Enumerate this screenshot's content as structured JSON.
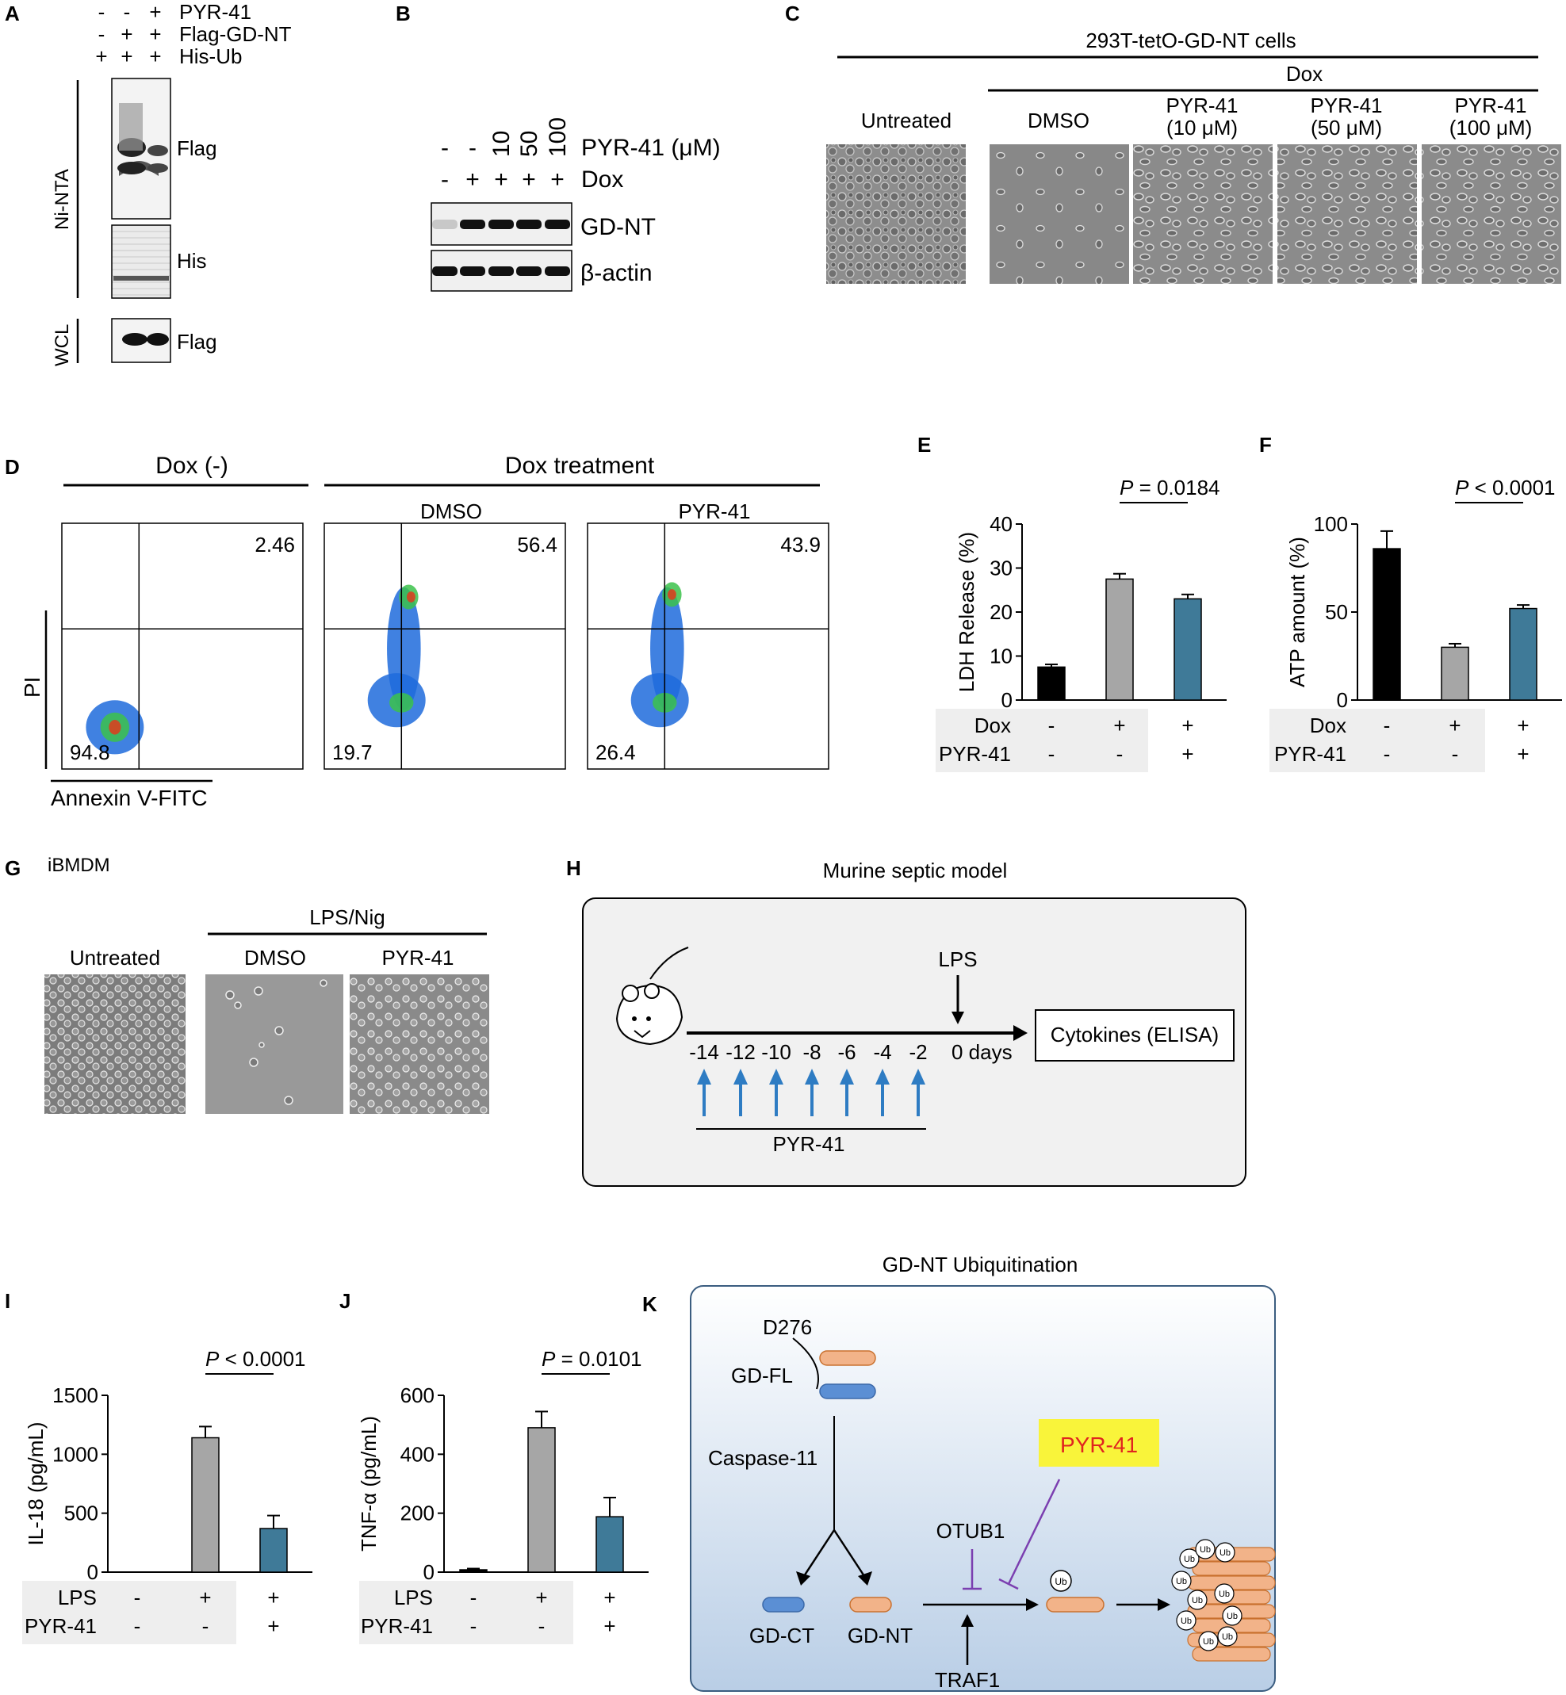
{
  "panels": {
    "A": "A",
    "B": "B",
    "C": "C",
    "D": "D",
    "E": "E",
    "F": "F",
    "G": "G",
    "H": "H",
    "I": "I",
    "J": "J",
    "K": "K"
  },
  "panelA": {
    "treatments": [
      {
        "label": "PYR-41",
        "signs": [
          "-",
          "-",
          "+"
        ]
      },
      {
        "label": "Flag-GD-NT",
        "signs": [
          "-",
          "+",
          "+"
        ]
      },
      {
        "label": "His-Ub",
        "signs": [
          "+",
          "+",
          "+"
        ]
      }
    ],
    "blots": [
      "Flag",
      "His",
      "Flag"
    ],
    "groups": [
      "Ni-NTA",
      "WCL"
    ]
  },
  "panelB": {
    "pyr_doses": [
      "-",
      "-",
      "10",
      "50",
      "100"
    ],
    "pyr_label": "PYR-41 (μM)",
    "dox_signs": [
      "-",
      "+",
      "+",
      "+",
      "+"
    ],
    "dox_label": "Dox",
    "blots": [
      "GD-NT",
      "β-actin"
    ]
  },
  "panelC": {
    "title": "293T-tetO-GD-NT cells",
    "dox": "Dox",
    "untreated": "Untreated",
    "columns": [
      {
        "line1": "DMSO",
        "line2": ""
      },
      {
        "line1": "PYR-41",
        "line2": "(10 μM)"
      },
      {
        "line1": "PYR-41",
        "line2": "(50 μM)"
      },
      {
        "line1": "PYR-41",
        "line2": "(100 μM)"
      }
    ]
  },
  "panelD": {
    "header_left": "Dox (-)",
    "header_right": "Dox treatment",
    "sub_dmso": "DMSO",
    "sub_pyr": "PYR-41",
    "y_axis": "PI",
    "x_axis": "Annexin V-FITC",
    "plots": [
      {
        "upper_right": "2.46",
        "lower_left": "94.8"
      },
      {
        "upper_right": "56.4",
        "lower_left": "19.7"
      },
      {
        "upper_right": "43.9",
        "lower_left": "26.4"
      }
    ]
  },
  "chart_data": [
    {
      "type": "bar",
      "panel": "E",
      "ylabel": "LDH Release (%)",
      "ylim": [
        0,
        40
      ],
      "yticks": [
        "0",
        "10",
        "20",
        "30",
        "40"
      ],
      "values": [
        7.5,
        27.5,
        23
      ],
      "errors": [
        0.6,
        1.2,
        1.0
      ],
      "colors": [
        "#000000",
        "#a6a6a6",
        "#3f7a98"
      ],
      "rows": [
        {
          "label": "Dox",
          "signs": [
            "-",
            "+",
            "+"
          ]
        },
        {
          "label": "PYR-41",
          "signs": [
            "-",
            "-",
            "+"
          ]
        }
      ],
      "pvalue": {
        "p": "P",
        "text": " = 0.0184"
      }
    },
    {
      "type": "bar",
      "panel": "F",
      "ylabel": "ATP amount (%)",
      "ylim": [
        0,
        100
      ],
      "yticks": [
        "0",
        "50",
        "100"
      ],
      "values": [
        86,
        30,
        52
      ],
      "errors": [
        10,
        2,
        2
      ],
      "colors": [
        "#000000",
        "#a6a6a6",
        "#3f7a98"
      ],
      "rows": [
        {
          "label": "Dox",
          "signs": [
            "-",
            "+",
            "+"
          ]
        },
        {
          "label": "PYR-41",
          "signs": [
            "-",
            "-",
            "+"
          ]
        }
      ],
      "pvalue": {
        "p": "P",
        "text": " < 0.0001"
      }
    },
    {
      "type": "bar",
      "panel": "I",
      "ylabel": "IL-18 (pg/mL)",
      "ylim": [
        0,
        1500
      ],
      "yticks": [
        "0",
        "500",
        "1000",
        "1500"
      ],
      "values": [
        0,
        1140,
        370
      ],
      "errors": [
        0,
        95,
        110
      ],
      "colors": [
        "#000000",
        "#a6a6a6",
        "#3f7a98"
      ],
      "rows": [
        {
          "label": "LPS",
          "signs": [
            "-",
            "+",
            "+"
          ]
        },
        {
          "label": "PYR-41",
          "signs": [
            "-",
            "-",
            "+"
          ]
        }
      ],
      "pvalue": {
        "p": "P",
        "text": " < 0.0001"
      }
    },
    {
      "type": "bar",
      "panel": "J",
      "ylabel": "TNF-α (pg/mL)",
      "ylim": [
        0,
        600
      ],
      "yticks": [
        "0",
        "200",
        "400",
        "600"
      ],
      "values": [
        8,
        490,
        188
      ],
      "errors": [
        4,
        55,
        65
      ],
      "colors": [
        "#000000",
        "#a6a6a6",
        "#3f7a98"
      ],
      "rows": [
        {
          "label": "LPS",
          "signs": [
            "-",
            "+",
            "+"
          ]
        },
        {
          "label": "PYR-41",
          "signs": [
            "-",
            "-",
            "+"
          ]
        }
      ],
      "pvalue": {
        "p": "P",
        "text": " = 0.0101"
      }
    }
  ],
  "panelG": {
    "title": "iBMDM",
    "lps_nig": "LPS/Nig",
    "columns": [
      "Untreated",
      "DMSO",
      "PYR-41"
    ]
  },
  "panelH": {
    "title": "Murine septic model",
    "lps": "LPS",
    "days": [
      "-14",
      "-12",
      "-10",
      "-8",
      "-6",
      "-4",
      "-2"
    ],
    "zero_days": "0 days",
    "outcome": "Cytokines (ELISA)",
    "injection": "PYR-41"
  },
  "panelK": {
    "title": "GD-NT Ubiquitination",
    "site": "D276",
    "full_length": "GD-FL",
    "protease": "Caspase-11",
    "ct": "GD-CT",
    "nt": "GD-NT",
    "otub": "OTUB1",
    "drug": "PYR-41",
    "traf": "TRAF1",
    "ub": "Ub",
    "colors": {
      "nt": "#f2b389",
      "ct": "#5b8fd4",
      "drug_bg": "#f9f43a",
      "drug_text": "#e0241f",
      "inhibit": "#7b3fb0",
      "panel_bg": "#d7e4f1"
    }
  }
}
